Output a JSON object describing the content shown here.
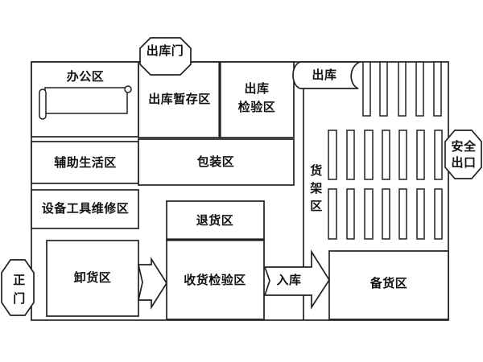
{
  "diagram": {
    "zones": {
      "office": {
        "label": "办公区"
      },
      "outbound_staging": {
        "label": "出库暂存区"
      },
      "outbound_inspection": {
        "line1": "出库",
        "line2": "检验区"
      },
      "auxiliary_living": {
        "label": "辅助生活区"
      },
      "packing": {
        "label": "包装区"
      },
      "equipment_repair": {
        "label": "设备工具维修区"
      },
      "returns": {
        "label": "退货区"
      },
      "unloading": {
        "label": "卸货区"
      },
      "receiving_inspection": {
        "label": "收货检验区"
      },
      "stock_preparation": {
        "label": "备货区"
      },
      "racks": {
        "label": "货架区",
        "chars": [
          "货",
          "架",
          "区"
        ]
      }
    },
    "doors": {
      "outbound_door": {
        "label": "出库门"
      },
      "main_gate": {
        "label": "正门",
        "chars": [
          "正",
          "门"
        ]
      },
      "safety_exit": {
        "label": "安全出口",
        "lines": [
          "安全",
          "出口"
        ]
      }
    },
    "flows": {
      "outbound": {
        "label": "出库"
      },
      "inbound": {
        "label": "入库"
      }
    },
    "colors": {
      "line": "#212121",
      "background": "#ffffff"
    }
  }
}
